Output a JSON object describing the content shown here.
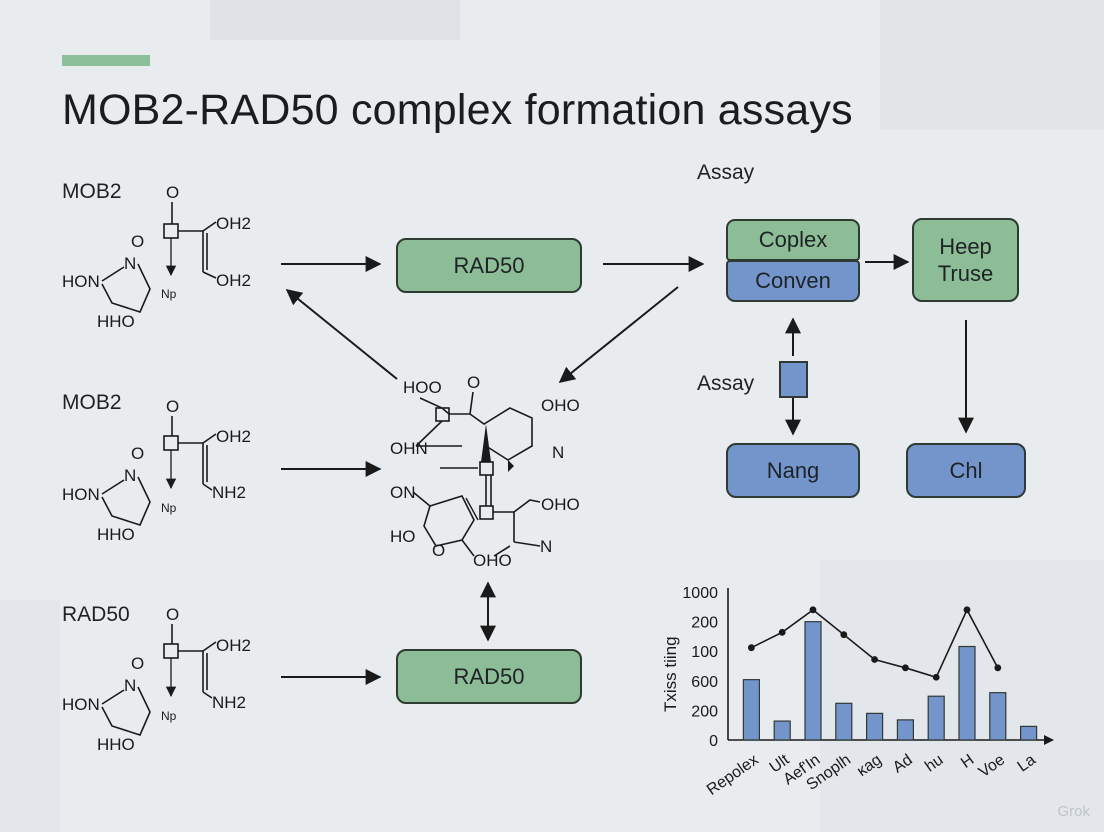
{
  "title": "MOB2-RAD50 complex formation assays",
  "colors": {
    "green": "#8dbd96",
    "blue": "#7495cc",
    "accent_bar": "#8cbf9a",
    "background": "#e9ecef"
  },
  "molecules": [
    {
      "label": "MOB2",
      "tail_top": "OH2",
      "tail_bottom": "OH2"
    },
    {
      "label": "MOB2",
      "tail_top": "OH2",
      "tail_bottom": "NH2"
    },
    {
      "label": "RAD50",
      "tail_top": "OH2",
      "tail_bottom": "NH2"
    }
  ],
  "molecule_atoms": {
    "o_top": "O",
    "o_ring": "O",
    "n_ring": "N",
    "hon": "HON",
    "hho": "HHO",
    "np": "Np"
  },
  "flow": {
    "rad50_top": "RAD50",
    "rad50_bottom": "RAD50",
    "assay_header": "Assay",
    "assay_side": "Assay",
    "coplex": "Coplex",
    "conven": "Conven",
    "heep_truse_line1": "Heep",
    "heep_truse_line2": "Truse",
    "nang": "Nang",
    "chl": "Chl"
  },
  "center_structure": {
    "labels": [
      "HOO",
      "O",
      "OHO",
      "OHN",
      "N",
      "ON",
      "OHO",
      "HO",
      "O",
      "OHO",
      "N"
    ]
  },
  "chart_data": {
    "type": "bar",
    "ylabel": "Txiss tiing",
    "y_tick_labels": [
      "0",
      "200",
      "600",
      "100",
      "200",
      "1000"
    ],
    "categories": [
      "Repolex",
      "Ult",
      "Aef'In",
      "Snoplh",
      "ĸag",
      "Ad",
      "hu",
      "H",
      "Voe",
      "La"
    ],
    "bar_values": [
      510,
      160,
      1000,
      310,
      225,
      170,
      370,
      790,
      400,
      115
    ],
    "line_values": [
      780,
      910,
      1100,
      890,
      680,
      610,
      530,
      1100,
      610
    ],
    "ylim": [
      0,
      1200
    ]
  },
  "watermark": "Grok"
}
